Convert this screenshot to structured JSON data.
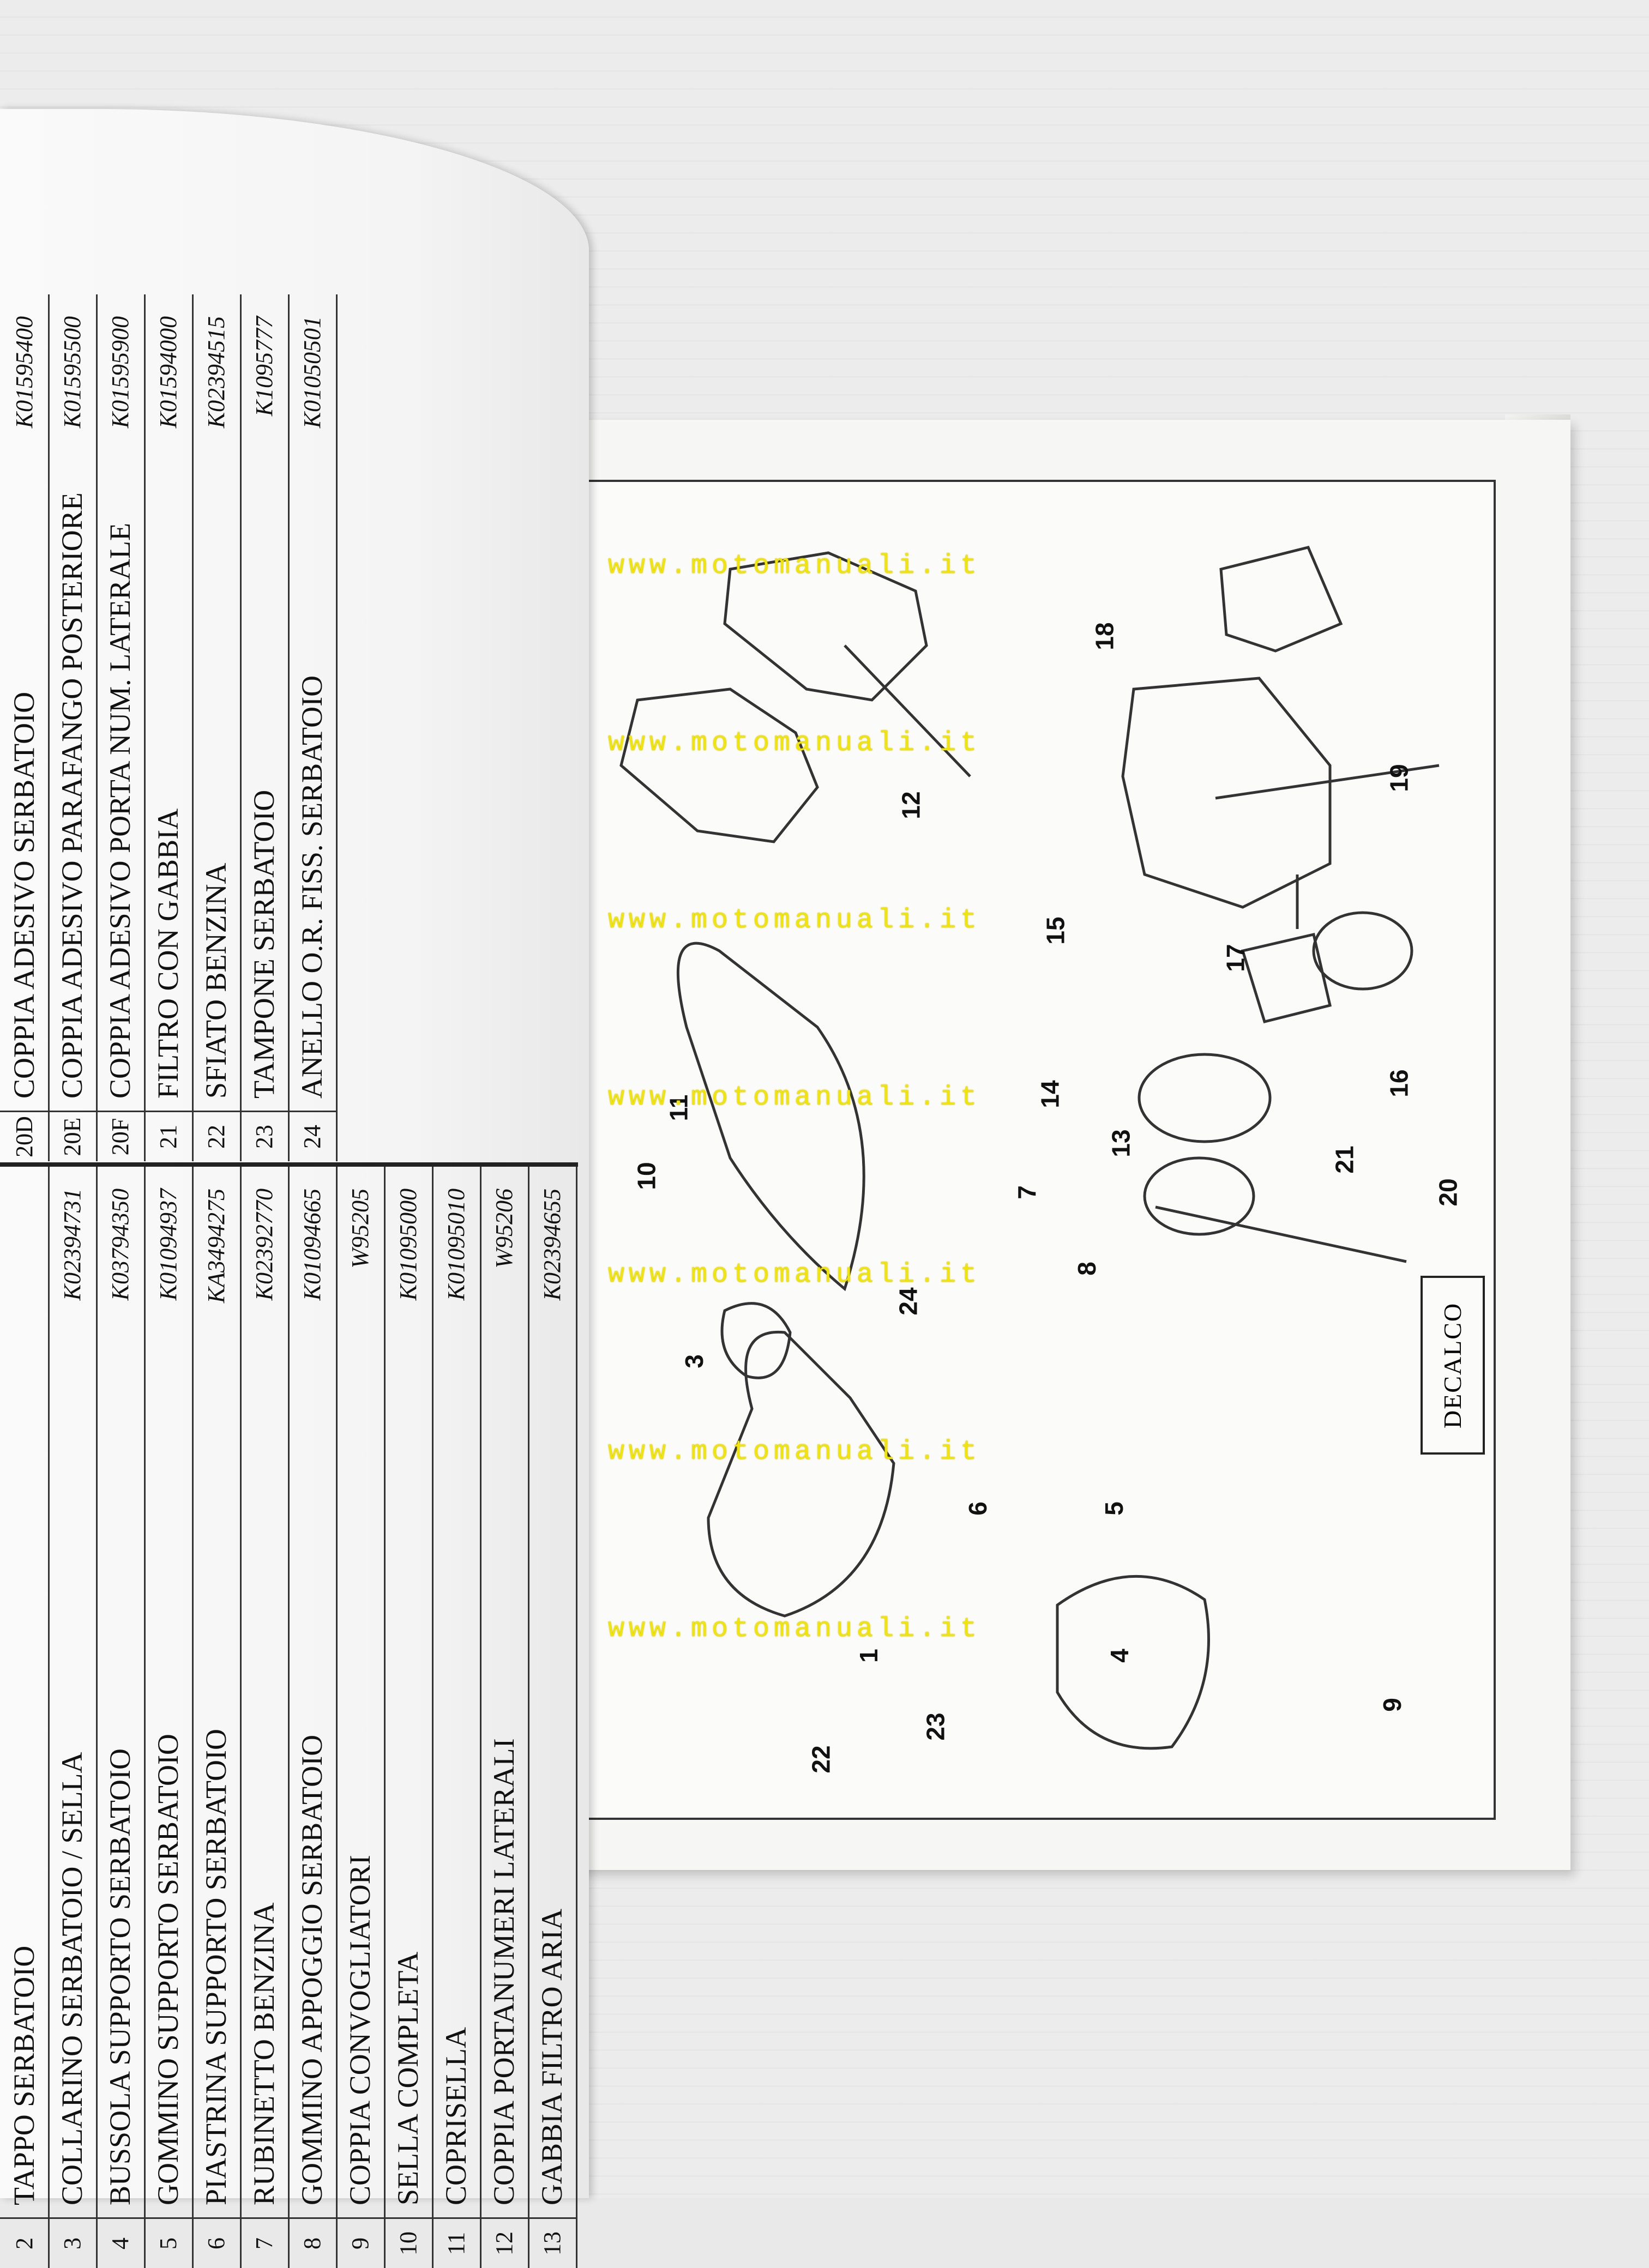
{
  "watermark": {
    "text": "www.motomanuali.it",
    "rows": 7
  },
  "table_left": [
    {
      "num": "2",
      "desc": "TAPPO SERBATOIO",
      "code": ""
    },
    {
      "num": "3",
      "desc": "COLLARINO SERBATOIO / SELLA",
      "code": "K02394731"
    },
    {
      "num": "4",
      "desc": "BUSSOLA SUPPORTO SERBATOIO",
      "code": "K03794350"
    },
    {
      "num": "5",
      "desc": "GOMMINO SUPPORTO SERBATOIO",
      "code": "K01094937"
    },
    {
      "num": "6",
      "desc": "PIASTRINA SUPPORTO SERBATOIO",
      "code": "KA3494275"
    },
    {
      "num": "7",
      "desc": "RUBINETTO BENZINA",
      "code": "K02392770"
    },
    {
      "num": "8",
      "desc": "GOMMINO APPOGGIO SERBATOIO",
      "code": "K01094665"
    },
    {
      "num": "9",
      "desc": "COPPIA CONVOGLIATORI",
      "code": "W95205"
    },
    {
      "num": "10",
      "desc": "SELLA COMPLETA",
      "code": "K01095000"
    },
    {
      "num": "11",
      "desc": "COPRISELLA",
      "code": "K01095010"
    },
    {
      "num": "12",
      "desc": "COPPIA PORTANUMERI LATERALI",
      "code": "W95206"
    },
    {
      "num": "13",
      "desc": "GABBIA FILTRO ARIA",
      "code": "K02394655"
    }
  ],
  "table_right": [
    {
      "num": "20D",
      "desc": "COPPIA ADESIVO SERBATOIO",
      "code": "K01595400"
    },
    {
      "num": "20E",
      "desc": "COPPIA ADESIVO PARAFANGO POSTERIORE",
      "code": "K01595500"
    },
    {
      "num": "20F",
      "desc": "COPPIA ADESIVO PORTA NUM. LATERALE",
      "code": "K01595900"
    },
    {
      "num": "21",
      "desc": "FILTRO CON GABBIA",
      "code": "K01594000"
    },
    {
      "num": "22",
      "desc": "SFIATO BENZINA",
      "code": "K02394515"
    },
    {
      "num": "23",
      "desc": "TAMPONE SERBATOIO",
      "code": "K1095777"
    },
    {
      "num": "24",
      "desc": "ANELLO O.R. FISS. SERBATOIO",
      "code": "K01050501"
    }
  ],
  "callouts": [
    "1",
    "3",
    "4",
    "5",
    "6",
    "7",
    "8",
    "9",
    "10",
    "11",
    "12",
    "13",
    "14",
    "15",
    "16",
    "17",
    "18",
    "19",
    "20",
    "21",
    "22",
    "23",
    "24"
  ],
  "decal_label": "DECALCO"
}
